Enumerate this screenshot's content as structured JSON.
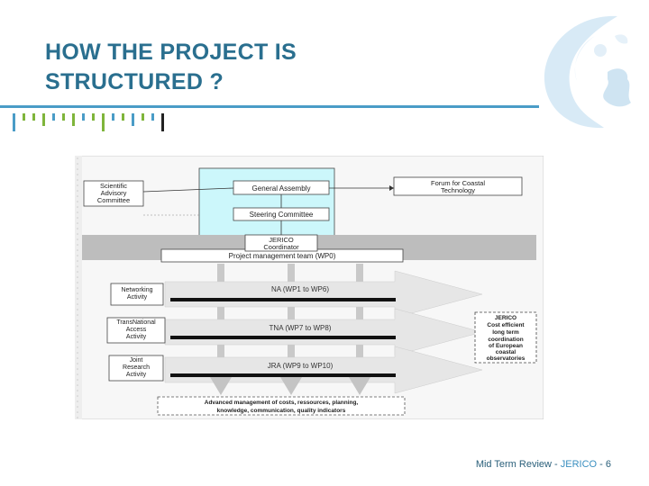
{
  "slide": {
    "title_line1": "HOW THE PROJECT IS",
    "title_line2": "STRUCTURED ?"
  },
  "diagram": {
    "scientific_committee": [
      "Scientific",
      "Advisory",
      "Committee"
    ],
    "general_assembly": "General Assembly",
    "forum": [
      "Forum for Coastal",
      "Technology"
    ],
    "steering_committee": "Steering Committee",
    "coordinator": [
      "JERICO",
      "Coordinator"
    ],
    "pmt": "Project management team (WP0)",
    "activities": [
      {
        "label": [
          "Networking",
          "Activity"
        ],
        "band": "NA (WP1 to WP6)"
      },
      {
        "label": [
          "TransNational",
          "Access",
          "Activity"
        ],
        "band": "TNA (WP7 to WP8)"
      },
      {
        "label": [
          "Joint",
          "Research",
          "Activity"
        ],
        "band": "JRA (WP9 to WP10)"
      }
    ],
    "outcome": [
      "JERICO",
      "Cost efficient",
      "long term",
      "coordination",
      "of European",
      "coastal",
      "observatories"
    ],
    "bottom": [
      "Advanced management of costs, ressources, planning,",
      "knowledge, communication, quality indicators"
    ]
  },
  "footer": {
    "text": "Mid Term Review - ",
    "brand": "JERICO",
    "page": " - 6"
  },
  "colors": {
    "title": "#2a6f8f",
    "accent_blue": "#4a9cc7",
    "tick_green": "#7fb53b",
    "tick_blue": "#4a9cc7",
    "governance_fill": "#ccf7fb"
  }
}
